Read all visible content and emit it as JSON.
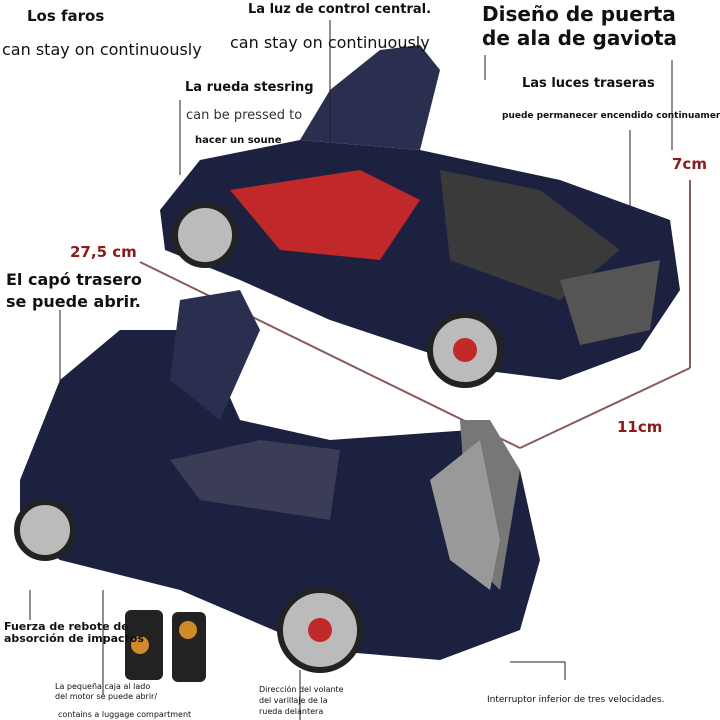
{
  "labels": {
    "headlights_title": "Los faros",
    "headlights_sub": "can stay on continuously",
    "center_light_title": "La luz de control central.",
    "center_light_sub": "can stay on continuously",
    "gullwing_line1": "Diseño de puerta",
    "gullwing_line2": "de ala de gaviota",
    "steering_title": "La rueda stesring",
    "steering_sub1": "can be pressed to",
    "steering_sub2": "hacer un soune",
    "taillights_title": "Las luces traseras",
    "taillights_sub": "puede permanecer encendido continuamente",
    "rear_hood_line1": "El capó trasero",
    "rear_hood_line2": "se puede abrir.",
    "shock_line1": "Fuerza de rebote de",
    "shock_line2": "absorción de impactos",
    "luggage_line1": "La pequeña caja al lado",
    "luggage_line2": "del motor se puede abrir/",
    "luggage_line3": "contains a luggage compartment",
    "steering_link_line1": "Dirección del volante",
    "steering_link_line2": "del varillaje de la",
    "steering_link_line3": "rueda delantera",
    "switch": "Interruptor inferior de tres velocidades."
  },
  "dimensions": {
    "length": "27,5 cm",
    "height": "7cm",
    "width": "11cm"
  },
  "colors": {
    "car_body": "#1c2140",
    "dimension_line": "#8b1a1a",
    "interior": "#c0282a"
  }
}
